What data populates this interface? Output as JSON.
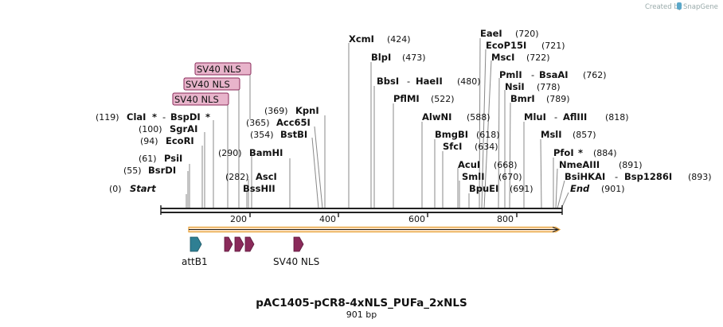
{
  "map_title": "pAC1405-pCR8-4xNLS_PUFa_2xNLS",
  "map_length": "901 bp",
  "credit": {
    "prefix": "Created by",
    "brand": "SnapGene"
  },
  "colors": {
    "backbone": "#222222",
    "orf_fill": "#fde3c4",
    "orf_stroke": "#e8a23a",
    "nls_feature": "#8a2a5a",
    "attb_feature": "#2f7f93",
    "nls_box_fill": "#e8b4cb",
    "nls_box_stroke": "#8a2a5a",
    "leader_line": "#888888"
  },
  "ticks": [
    {
      "label": "200"
    },
    {
      "label": "400"
    },
    {
      "label": "600"
    },
    {
      "label": "800"
    }
  ],
  "features": [
    {
      "name": "attB1",
      "icon": "arrow-right"
    },
    {
      "name": "SV40 NLS",
      "icon": "arrow-right"
    }
  ],
  "nls_boxes": [
    {
      "label": "SV40 NLS"
    },
    {
      "label": "SV40 NLS"
    },
    {
      "label": "SV40 NLS"
    }
  ],
  "sites": [
    {
      "pos": "(0)",
      "name": "Start",
      "name2": "",
      "star": ""
    },
    {
      "pos": "(55)",
      "name": "BsrDI",
      "name2": "",
      "star": ""
    },
    {
      "pos": "(61)",
      "name": "PsiI",
      "name2": "",
      "star": ""
    },
    {
      "pos": "(94)",
      "name": "EcoRI",
      "name2": "",
      "star": ""
    },
    {
      "pos": "(100)",
      "name": "SgrAI",
      "name2": "",
      "star": ""
    },
    {
      "pos": "(119)",
      "name": "ClaI",
      "name2": "BspDI",
      "star": "*"
    },
    {
      "pos": "(282)",
      "name": "BssHII",
      "name2": "",
      "star": ""
    },
    {
      "pos": "",
      "name": "AscI",
      "name2": "",
      "star": ""
    },
    {
      "pos": "(290)",
      "name": "BamHI",
      "name2": "",
      "star": ""
    },
    {
      "pos": "(354)",
      "name": "BstBI",
      "name2": "",
      "star": ""
    },
    {
      "pos": "(365)",
      "name": "Acc65I",
      "name2": "",
      "star": ""
    },
    {
      "pos": "(369)",
      "name": "KpnI",
      "name2": "",
      "star": ""
    },
    {
      "pos": "(424)",
      "name": "XcmI",
      "name2": "",
      "star": ""
    },
    {
      "pos": "(473)",
      "name": "BlpI",
      "name2": "",
      "star": ""
    },
    {
      "pos": "(480)",
      "name": "BbsI",
      "name2": "HaeII",
      "star": ""
    },
    {
      "pos": "(522)",
      "name": "PflMI",
      "name2": "",
      "star": ""
    },
    {
      "pos": "(588)",
      "name": "AlwNI",
      "name2": "",
      "star": ""
    },
    {
      "pos": "(618)",
      "name": "BmgBI",
      "name2": "",
      "star": ""
    },
    {
      "pos": "(634)",
      "name": "SfcI",
      "name2": "",
      "star": ""
    },
    {
      "pos": "(668)",
      "name": "AcuI",
      "name2": "",
      "star": ""
    },
    {
      "pos": "(670)",
      "name": "SmlI",
      "name2": "",
      "star": ""
    },
    {
      "pos": "(691)",
      "name": "BpuEI",
      "name2": "",
      "star": ""
    },
    {
      "pos": "(720)",
      "name": "EaeI",
      "name2": "",
      "star": ""
    },
    {
      "pos": "(721)",
      "name": "EcoP15I",
      "name2": "",
      "star": ""
    },
    {
      "pos": "(722)",
      "name": "MscI",
      "name2": "",
      "star": ""
    },
    {
      "pos": "(762)",
      "name": "PmlI",
      "name2": "BsaAI",
      "star": ""
    },
    {
      "pos": "(778)",
      "name": "NsiI",
      "name2": "",
      "star": ""
    },
    {
      "pos": "(789)",
      "name": "BmrI",
      "name2": "",
      "star": ""
    },
    {
      "pos": "(818)",
      "name": "MluI",
      "name2": "AflIII",
      "star": ""
    },
    {
      "pos": "(857)",
      "name": "MslI",
      "name2": "",
      "star": ""
    },
    {
      "pos": "(884)",
      "name": "PfoI",
      "name2": "",
      "star": "*"
    },
    {
      "pos": "(891)",
      "name": "NmeAIII",
      "name2": "",
      "star": ""
    },
    {
      "pos": "(893)",
      "name": "BsiHKAI",
      "name2": "Bsp1286I",
      "star": ""
    },
    {
      "pos": "(901)",
      "name": "End",
      "name2": "",
      "star": ""
    }
  ]
}
